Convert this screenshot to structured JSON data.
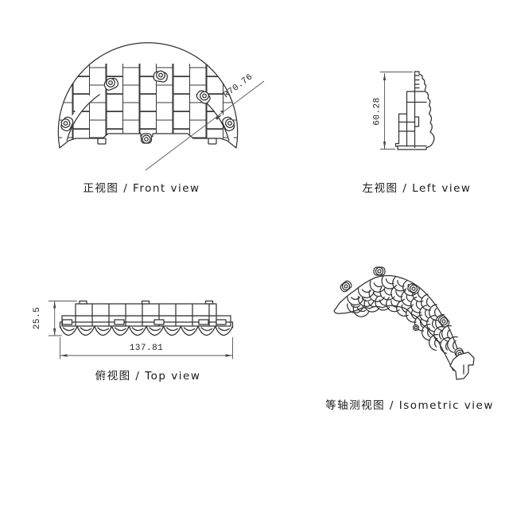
{
  "views": {
    "front": {
      "label": "正视图 / Front view",
      "dimension_radius": "R70.76"
    },
    "left": {
      "label": "左视图 / Left view",
      "dimension_height": "60.28"
    },
    "top": {
      "label": "俯视图 / Top view",
      "dimension_depth": "25.5",
      "dimension_width": "137.81"
    },
    "isometric": {
      "label": "等轴测视图 / Isometric view"
    }
  },
  "colors": {
    "line": "#333333",
    "dimension_line": "#555555",
    "text": "#222222",
    "background": "#ffffff"
  }
}
